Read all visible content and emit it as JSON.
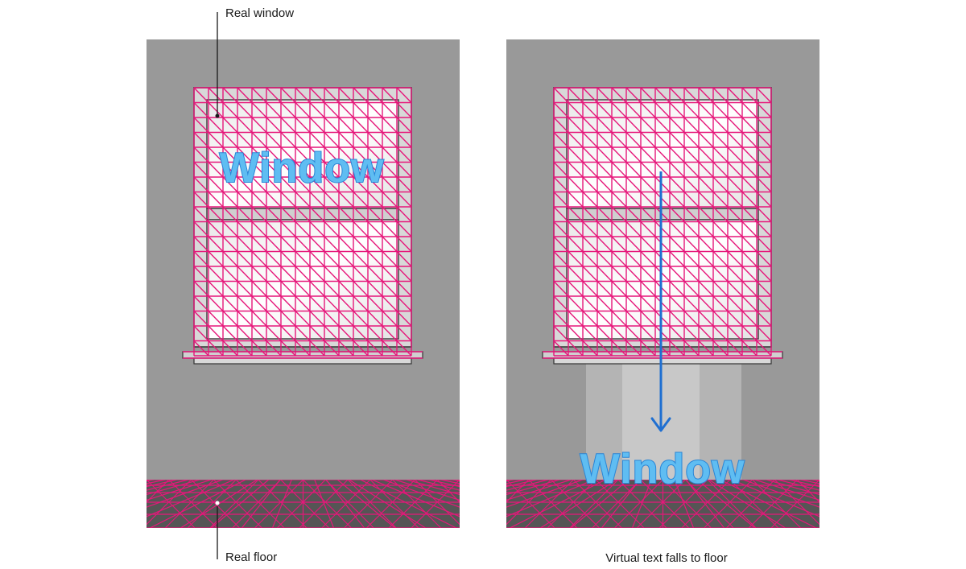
{
  "labels": {
    "real_window": "Real window",
    "real_floor": "Real floor",
    "caption_right": "Virtual text falls to floor"
  },
  "virtual_text": {
    "left": "Window",
    "right": "Window"
  },
  "colors": {
    "wall": "#999999",
    "floor": "#555555",
    "mesh": "#e6177a",
    "window_glass": "#f2f2f2",
    "text_fill": "#5fbdf2",
    "text_stroke": "#2a86d6",
    "arrow": "#1f6fd1"
  }
}
